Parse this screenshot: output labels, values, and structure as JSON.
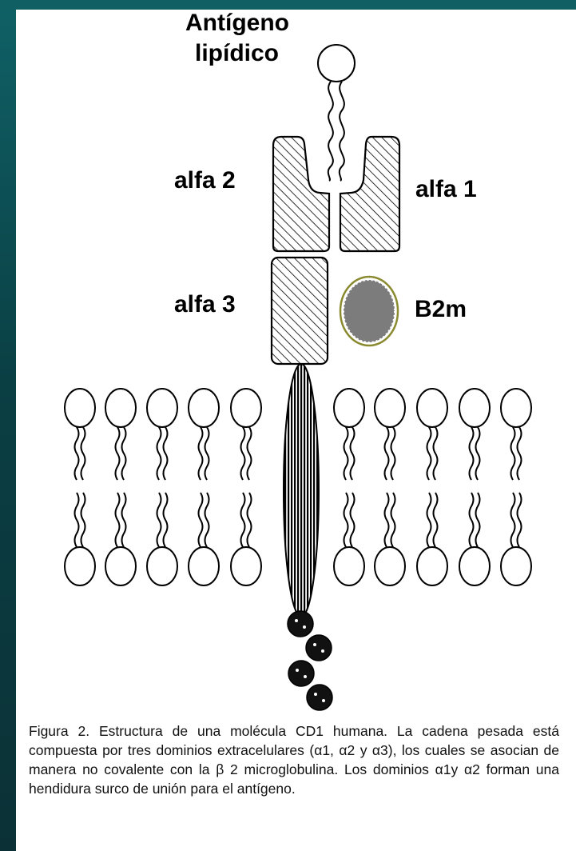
{
  "labels": {
    "antigen_line1": "Antígeno",
    "antigen_line2": "lipídico",
    "alfa2": "alfa 2",
    "alfa1": "alfa 1",
    "alfa3": "alfa 3",
    "b2m": "B2m"
  },
  "caption": "Figura 2. Estructura de una molécula CD1 humana. La cadena pesada está compuesta por tres dominios extracelulares (α1, α2 y α3), los cuales se asocian de manera no covalente con la β 2 microglobulina. Los dominios α1y α2 forman una hendidura surco de unión para el antígeno.",
  "colors": {
    "background_teal": "#0d4a4f",
    "panel": "#ffffff",
    "b2m_outline": "#8a8a30"
  }
}
